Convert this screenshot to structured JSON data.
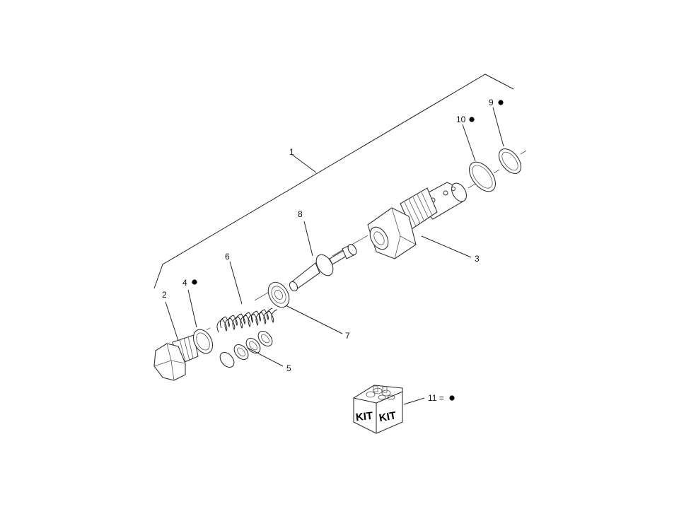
{
  "callouts": {
    "c1": "1",
    "c2": "2",
    "c3": "3",
    "c4": "4",
    "c5": "5",
    "c6": "6",
    "c7": "7",
    "c8": "8",
    "c9": "9",
    "c10": "10",
    "c11": "11 ="
  },
  "kit": {
    "label_left": "KIT",
    "label_right": "KIT"
  },
  "marker_color": "#000000"
}
